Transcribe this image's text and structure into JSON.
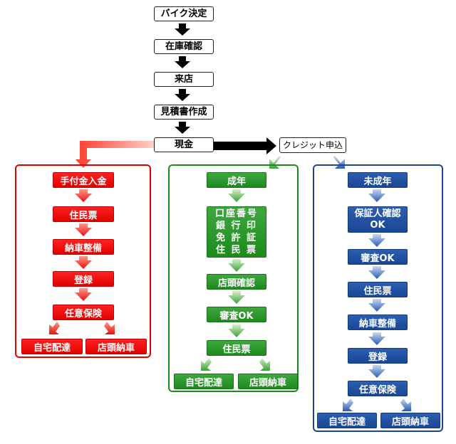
{
  "top_steps": [
    "バイク決定",
    "在庫確認",
    "来店",
    "見積書作成",
    "現金"
  ],
  "credit_label": "クレジット申込",
  "cash": {
    "color": "#e00000",
    "steps": [
      "手付金入金",
      "住民票",
      "納車整備",
      "登録",
      "任意保険"
    ],
    "outcomes": [
      "自宅配達",
      "店頭納車"
    ]
  },
  "adult": {
    "color": "#1e8a1e",
    "steps": [
      "成年",
      "口座番号\n銀 行 印\n免 許 証\n住 民 票",
      "店頭確認",
      "審査OK",
      "住民票"
    ],
    "outcomes": [
      "自宅配達",
      "店頭納車"
    ]
  },
  "minor": {
    "color": "#1a4696",
    "steps": [
      "未成年",
      "保証人確認\nOK",
      "審査OK",
      "住民票",
      "納車整備",
      "登録",
      "任意保険"
    ],
    "outcomes": [
      "自宅配達",
      "店頭納車"
    ]
  }
}
